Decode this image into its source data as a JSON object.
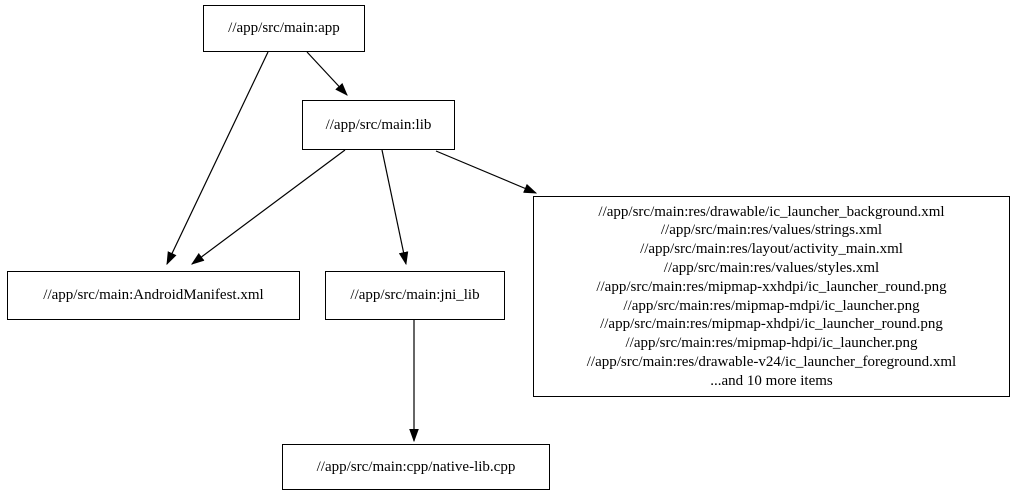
{
  "diagram": {
    "type": "dependency-graph",
    "nodes": {
      "app": {
        "label": "//app/src/main:app"
      },
      "lib": {
        "label": "//app/src/main:lib"
      },
      "manifest": {
        "label": "//app/src/main:AndroidManifest.xml"
      },
      "jni_lib": {
        "label": "//app/src/main:jni_lib"
      },
      "native_cpp": {
        "label": "//app/src/main:cpp/native-lib.cpp"
      },
      "res_group": {
        "lines": [
          "//app/src/main:res/drawable/ic_launcher_background.xml",
          "//app/src/main:res/values/strings.xml",
          "//app/src/main:res/layout/activity_main.xml",
          "//app/src/main:res/values/styles.xml",
          "//app/src/main:res/mipmap-xxhdpi/ic_launcher_round.png",
          "//app/src/main:res/mipmap-mdpi/ic_launcher.png",
          "//app/src/main:res/mipmap-xhdpi/ic_launcher_round.png",
          "//app/src/main:res/mipmap-hdpi/ic_launcher.png",
          "//app/src/main:res/drawable-v24/ic_launcher_foreground.xml",
          "...and 10 more items"
        ]
      }
    },
    "edges": [
      {
        "from": "app",
        "to": "lib"
      },
      {
        "from": "app",
        "to": "manifest"
      },
      {
        "from": "lib",
        "to": "manifest"
      },
      {
        "from": "lib",
        "to": "jni_lib"
      },
      {
        "from": "lib",
        "to": "res_group"
      },
      {
        "from": "jni_lib",
        "to": "native_cpp"
      }
    ],
    "colors": {
      "background": "#ffffff",
      "node_border": "#000000",
      "edge": "#000000",
      "text": "#000000"
    }
  }
}
